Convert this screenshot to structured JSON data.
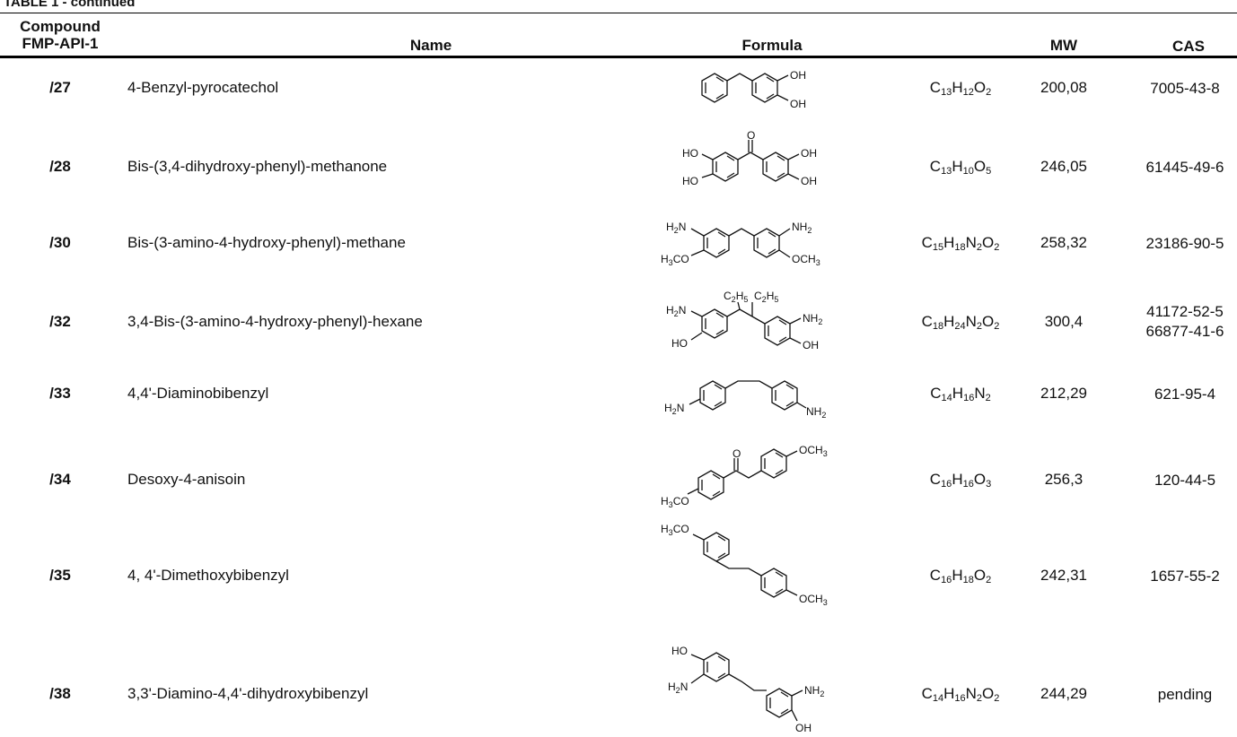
{
  "table": {
    "caption": "TABLE 1 - continued",
    "headers": {
      "compound_line1": "Compound",
      "compound_line2": "FMP-API-1",
      "name": "Name",
      "formula": "Formula",
      "mw": "MW",
      "cas": "CAS"
    },
    "rows": [
      {
        "id": "/27",
        "name": "4-Benzyl-pyrocatechol",
        "mw": "200,08",
        "cas": "7005-43-8",
        "cas2": "",
        "formula_parts": [
          [
            "C",
            ""
          ],
          [
            "13",
            "sub"
          ],
          [
            "H",
            ""
          ],
          [
            "12",
            "sub"
          ],
          [
            "O",
            ""
          ],
          [
            "2",
            "sub"
          ]
        ]
      },
      {
        "id": "/28",
        "name": "Bis-(3,4-dihydroxy-phenyl)-methanone",
        "mw": "246,05",
        "cas": "61445-49-6",
        "cas2": "",
        "formula_parts": [
          [
            "C",
            ""
          ],
          [
            "13",
            "sub"
          ],
          [
            "H",
            ""
          ],
          [
            "10",
            "sub"
          ],
          [
            "O",
            ""
          ],
          [
            "5",
            "sub"
          ]
        ]
      },
      {
        "id": "/30",
        "name": "Bis-(3-amino-4-hydroxy-phenyl)-methane",
        "mw": "258,32",
        "cas": "23186-90-5",
        "cas2": "",
        "formula_parts": [
          [
            "C",
            ""
          ],
          [
            "15",
            "sub"
          ],
          [
            "H",
            ""
          ],
          [
            "18",
            "sub"
          ],
          [
            "N",
            ""
          ],
          [
            "2",
            "sub"
          ],
          [
            "O",
            ""
          ],
          [
            "2",
            "sub"
          ]
        ]
      },
      {
        "id": "/32",
        "name": "3,4-Bis-(3-amino-4-hydroxy-phenyl)-hexane",
        "mw": "300,4",
        "cas": "41172-52-5",
        "cas2": "66877-41-6",
        "formula_parts": [
          [
            "C",
            ""
          ],
          [
            "18",
            "sub"
          ],
          [
            "H",
            ""
          ],
          [
            "24",
            "sub"
          ],
          [
            "N",
            ""
          ],
          [
            "2",
            "sub"
          ],
          [
            "O",
            ""
          ],
          [
            "2",
            "sub"
          ]
        ]
      },
      {
        "id": "/33",
        "name": "4,4'-Diaminobibenzyl",
        "mw": "212,29",
        "cas": "621-95-4",
        "cas2": "",
        "formula_parts": [
          [
            "C",
            ""
          ],
          [
            "14",
            "sub"
          ],
          [
            "H",
            ""
          ],
          [
            "16",
            "sub"
          ],
          [
            "N",
            ""
          ],
          [
            "2",
            "sub"
          ]
        ]
      },
      {
        "id": "/34",
        "name": "Desoxy-4-anisoin",
        "mw": "256,3",
        "cas": "120-44-5",
        "cas2": "",
        "formula_parts": [
          [
            "C",
            ""
          ],
          [
            "16",
            "sub"
          ],
          [
            "H",
            ""
          ],
          [
            "16",
            "sub"
          ],
          [
            "O",
            ""
          ],
          [
            "3",
            "sub"
          ]
        ]
      },
      {
        "id": "/35",
        "name": "4, 4'-Dimethoxybibenzyl",
        "mw": "242,31",
        "cas": "1657-55-2",
        "cas2": "",
        "formula_parts": [
          [
            "C",
            ""
          ],
          [
            "16",
            "sub"
          ],
          [
            "H",
            ""
          ],
          [
            "18",
            "sub"
          ],
          [
            "O",
            ""
          ],
          [
            "2",
            "sub"
          ]
        ]
      },
      {
        "id": "/38",
        "name": "3,3'-Diamino-4,4'-dihydroxybibenzyl",
        "mw": "244,29",
        "cas": "pending",
        "cas2": "",
        "formula_parts": [
          [
            "C",
            ""
          ],
          [
            "14",
            "sub"
          ],
          [
            "H",
            ""
          ],
          [
            "16",
            "sub"
          ],
          [
            "N",
            ""
          ],
          [
            "2",
            "sub"
          ],
          [
            "O",
            ""
          ],
          [
            "2",
            "sub"
          ]
        ]
      }
    ],
    "structure_labels": {
      "oh": "OH",
      "ho": "HO",
      "o": "O",
      "h2n": "H2N",
      "nh2": "NH2",
      "h3co": "H3CO",
      "och3": "OCH3",
      "c2h5": "C2H5"
    }
  }
}
